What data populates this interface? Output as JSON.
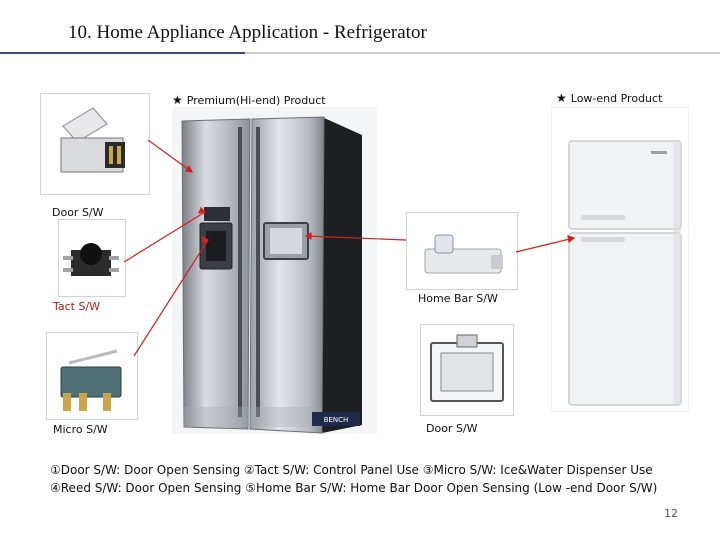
{
  "slide": {
    "title": "10. Home Appliance Application - Refrigerator",
    "page_number": "12"
  },
  "products": {
    "premium_label": "Premium(Hi-end) Product",
    "lowend_label": "Low-end Product",
    "star_glyph": "★",
    "fridge_brand": "BENCH"
  },
  "switches": {
    "door_left": "Door S/W",
    "tact": "Tact S/W",
    "micro": "Micro S/W",
    "home_bar": "Home Bar S/W",
    "door_right": "Door S/W"
  },
  "notes": {
    "line1": "①Door S/W: Door Open Sensing  ②Tact S/W:  Control Panel Use  ③Micro S/W:  Ice&Water Dispenser Use",
    "line2": "④Reed S/W: Door Open Sensing ⑤Home Bar S/W: Home Bar Door Open Sensing (Low -end Door S/W)"
  },
  "colors": {
    "connector": "#d42020",
    "title_rule": "#3a4a8a"
  }
}
